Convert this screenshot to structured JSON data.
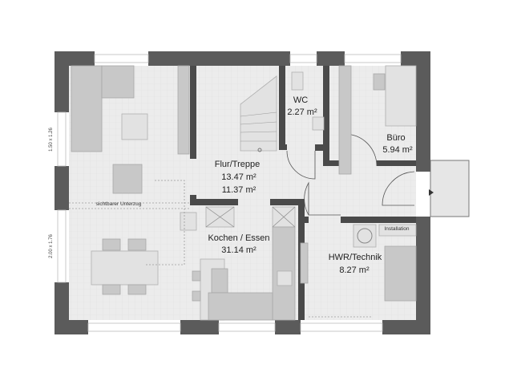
{
  "rooms": {
    "flur": {
      "name": "Flur/Treppe",
      "area1": "13.47 m²",
      "area2": "11.37 m²"
    },
    "wc": {
      "name": "WC",
      "area": "2.27 m²"
    },
    "buero": {
      "name": "Büro",
      "area": "5.94 m²"
    },
    "kochen": {
      "name": "Kochen / Essen",
      "area": "31.14 m²"
    },
    "hwr": {
      "name": "HWR/Technik",
      "area": "8.27 m²"
    }
  },
  "annotations": {
    "unterzug": "sichtbarer Unterzug",
    "installation": "Installation",
    "window_top_left": "1.50 x 1.26",
    "window_bottom_left": "2.00 x 1.76"
  },
  "colors": {
    "wall": "#5b5b5b",
    "floor": "#ececec",
    "furniture": "#c8c8c8"
  }
}
